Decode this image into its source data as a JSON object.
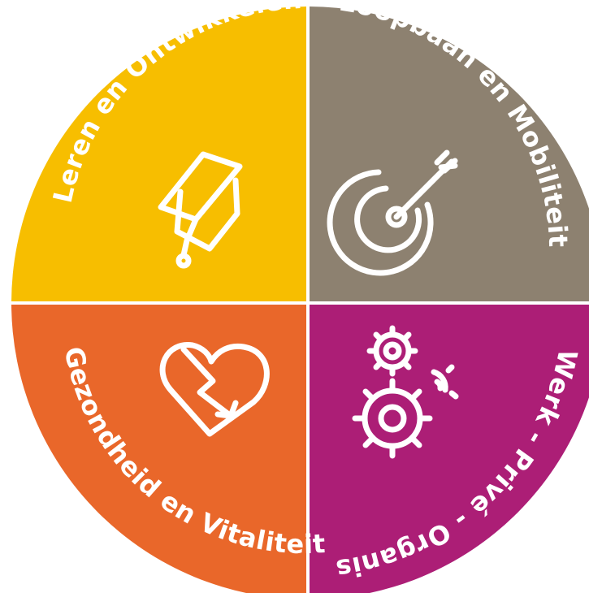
{
  "quadrants": [
    {
      "id": "top-left",
      "label": "Leren en Ontwikkelen",
      "color": "#F7BE00",
      "icon": "graduation-cap-icon"
    },
    {
      "id": "top-right",
      "label": "Loopbaan en Mobiliteit",
      "color": "#8D8170",
      "icon": "target-icon"
    },
    {
      "id": "bottom-left",
      "label": "Gezondheid en Vitaliteit",
      "color": "#E9672A",
      "icon": "heart-lightning-icon"
    },
    {
      "id": "bottom-right",
      "label": "Werk - Privé - Organisatie",
      "color": "#AC1E76",
      "icon": "gears-icon"
    }
  ]
}
